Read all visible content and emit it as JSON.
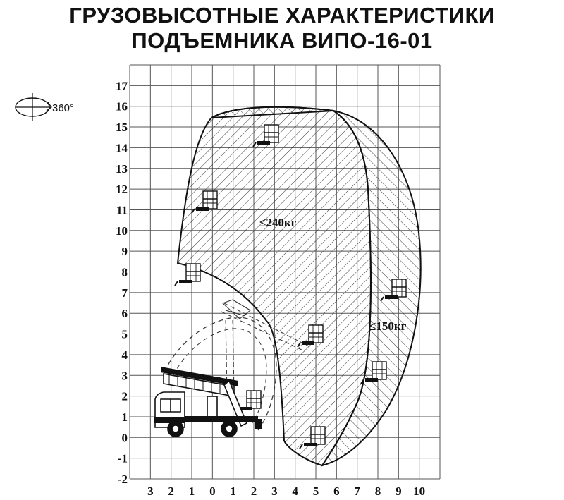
{
  "title": {
    "line1": "ГРУЗОВЫСОТНЫЕ ХАРАКТЕРИСТИКИ",
    "line2": "ПОДЪЕМНИКА ВИПО-16-01"
  },
  "rotation_label": "360°",
  "zones": [
    {
      "label": "≤240кг"
    },
    {
      "label": "≤150кг"
    }
  ],
  "axes": {
    "x_ticks": [
      "3",
      "2",
      "1",
      "0",
      "1",
      "2",
      "3",
      "4",
      "5",
      "6",
      "7",
      "8",
      "9",
      "10"
    ],
    "y_ticks": [
      "-2",
      "-1",
      "0",
      "1",
      "2",
      "3",
      "4",
      "5",
      "6",
      "7",
      "8",
      "9",
      "10",
      "11",
      "12",
      "13",
      "14",
      "15",
      "16",
      "17"
    ]
  },
  "colors": {
    "ink": "#111111",
    "grid": "#555555",
    "background": "#ffffff"
  }
}
